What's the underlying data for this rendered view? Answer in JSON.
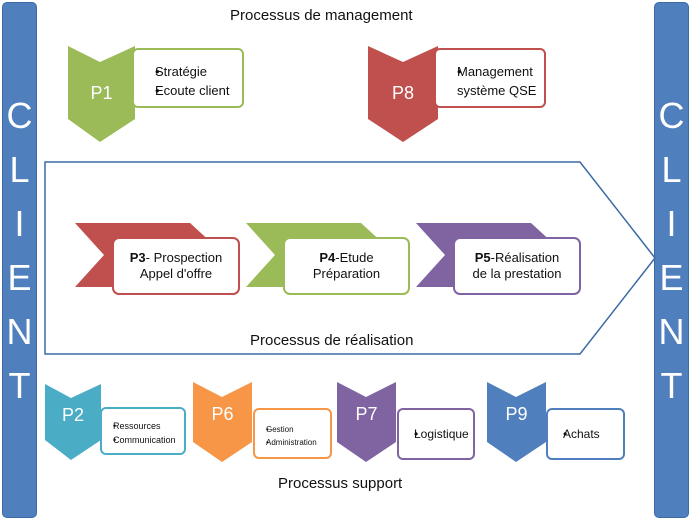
{
  "client_label_letters": [
    "C",
    "L",
    "I",
    "E",
    "N",
    "T"
  ],
  "titles": {
    "management": "Processus de management",
    "realisation": "Processus de réalisation",
    "support": "Processus support"
  },
  "colors": {
    "client_blue": "#4f7fbd",
    "green": "#9bbb59",
    "red": "#c0504d",
    "purple": "#8064a2",
    "teal": "#4bacc6",
    "orange": "#f79646",
    "blue": "#4f7fbd"
  },
  "management": {
    "p1": {
      "code": "P1",
      "items": [
        "Stratégie",
        "Ecoute client"
      ]
    },
    "p8": {
      "code": "P8",
      "items": [
        "Management système QSE"
      ]
    }
  },
  "realisation": {
    "p3": {
      "code": "P3",
      "sep": "- ",
      "line1": "Prospection",
      "line2": "Appel d'offre"
    },
    "p4": {
      "code": "P4",
      "sep": "-",
      "line1": "Etude",
      "line2": "Préparation"
    },
    "p5": {
      "code": "P5",
      "sep": "-",
      "line1": "Réalisation",
      "line2": "de la prestation"
    }
  },
  "support": {
    "p2": {
      "code": "P2",
      "items": [
        "Ressources",
        "Communication"
      ]
    },
    "p6": {
      "code": "P6",
      "items": [
        "Gestion",
        "Administration"
      ]
    },
    "p7": {
      "code": "P7",
      "items": [
        "Logistique"
      ]
    },
    "p9": {
      "code": "P9",
      "items": [
        "Achats"
      ]
    }
  }
}
